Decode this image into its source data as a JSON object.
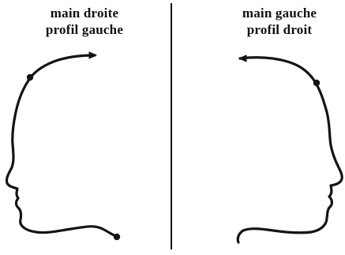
{
  "left_panel": {
    "caption_line1": "main droite",
    "caption_line2": "profil gauche",
    "profile_facing": "left"
  },
  "right_panel": {
    "caption_line1": "main gauche",
    "caption_line2": "profil droit",
    "profile_facing": "right"
  },
  "colors": {
    "ink": "#141414",
    "background": "#ffffff"
  }
}
